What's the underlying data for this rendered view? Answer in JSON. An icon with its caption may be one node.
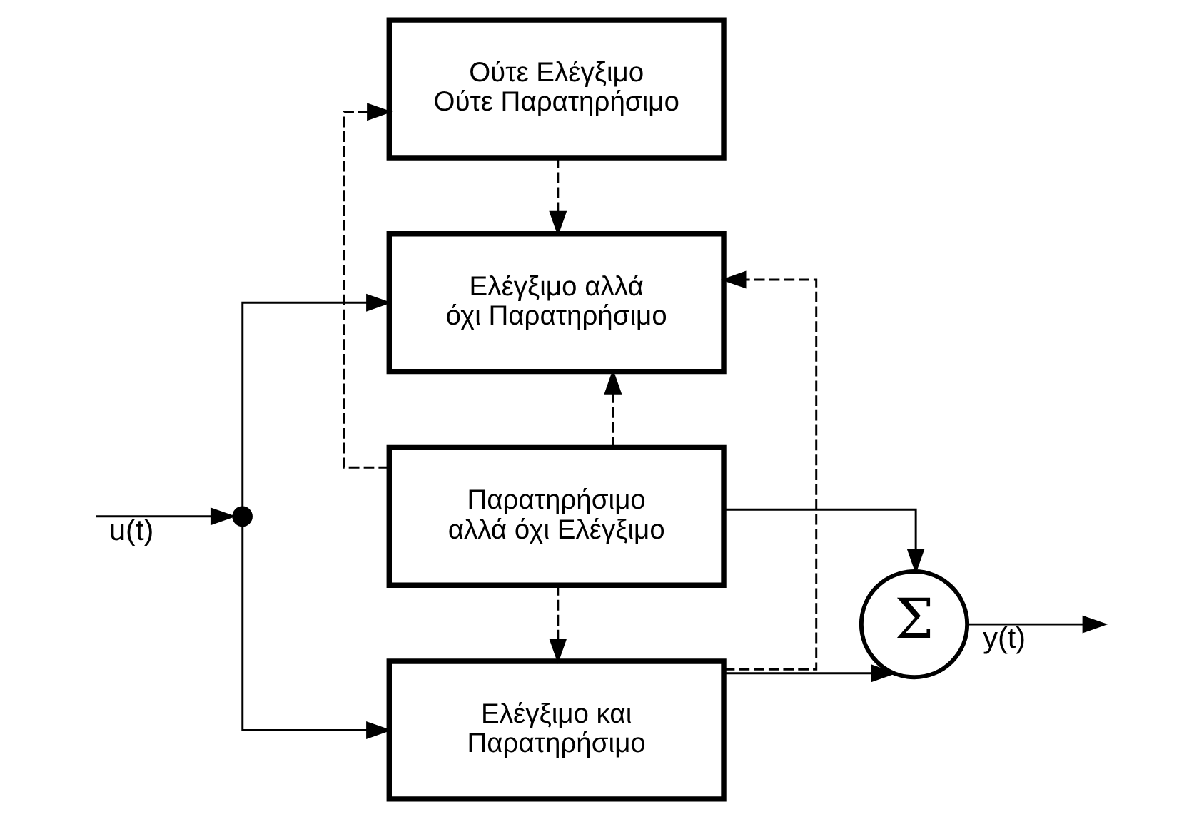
{
  "diagram": {
    "nodes": [
      {
        "text": [
          "Ελέγξιμο και Παρατηρήσιμο"
        ]
      },
      {
        "text": [
          "Ελέγξιμο αλλά όχι Παρατηρήσιμο"
        ]
      },
      {
        "text": [
          "Παρατηρήσιμο αλλά όχι Ελέγξιμο"
        ]
      },
      {
        "text": [
          "Ούτε Ελέγξιμο Ούτε Παρατηρήσιμο"
        ]
      },
      {
        "text": [
          "Σ"
        ]
      },
      {
        "text": [],
        "shape": "circle"
      }
    ],
    "edges": [
      {
        "from": null,
        "to": 5,
        "arrow": "to",
        "label": "u(t)"
      },
      {
        "from": 5,
        "to": 0,
        "arrow": "to"
      },
      {
        "from": 5,
        "to": 1,
        "arrow": "to"
      },
      {
        "from": 0,
        "to": 4,
        "arrow": "to"
      },
      {
        "from": 0,
        "to": 1,
        "arrow": "to",
        "style": "dashed"
      },
      {
        "from": 2,
        "to": 1,
        "arrow": "to",
        "style": "dashed"
      },
      {
        "from": 2,
        "to": 0,
        "arrow": "to",
        "style": "dashed"
      },
      {
        "from": 2,
        "to": 4,
        "arrow": "to"
      },
      {
        "from": 2,
        "to": 3,
        "arrow": "to",
        "style": "dashed"
      },
      {
        "from": 3,
        "to": 1,
        "arrow": "to",
        "style": "dashed"
      },
      {
        "from": 4,
        "to": null,
        "arrow": "to",
        "label": "y(t)"
      }
    ]
  }
}
